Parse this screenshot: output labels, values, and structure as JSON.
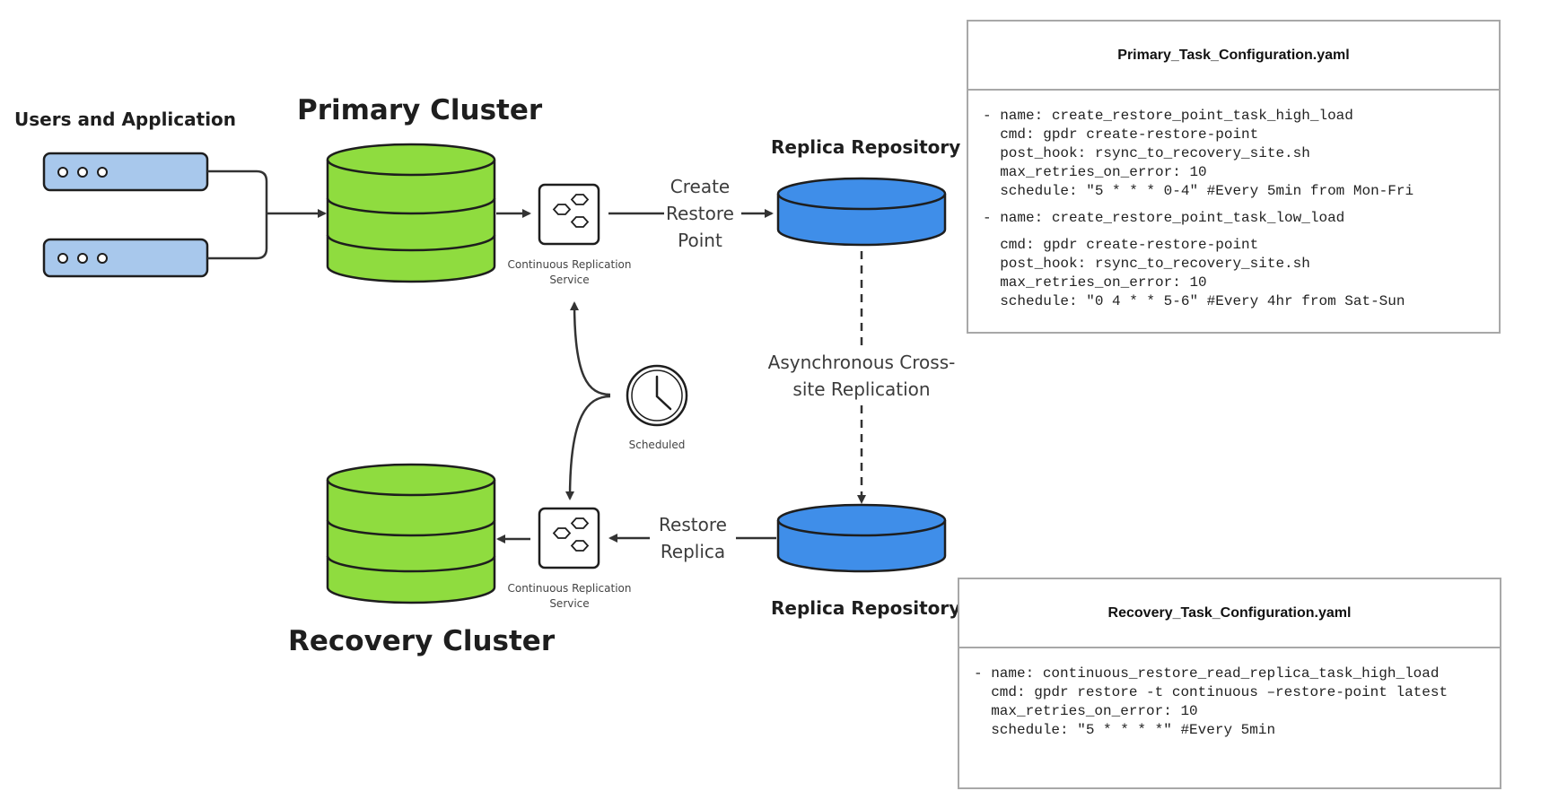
{
  "labels": {
    "users": "Users and Application",
    "primary_cluster": "Primary Cluster",
    "recovery_cluster": "Recovery Cluster",
    "replica_repo_top": "Replica Repository",
    "replica_repo_bottom": "Replica Repository",
    "service_top": "Continuous Replication Service",
    "service_bottom": "Continuous Replication Service",
    "scheduled": "Scheduled",
    "edge_create": "Create Restore Point",
    "edge_async": "Asynchronous Cross-site Replication",
    "edge_restore": "Restore Replica"
  },
  "colors": {
    "cluster_green": "#8fdc3f",
    "repo_blue": "#3f8ee9",
    "server_blue": "#a8c8ec",
    "stroke": "#1e1e1e"
  },
  "icons": {
    "server": "server-rack-icon",
    "service": "hexagon-cluster-icon",
    "clock": "clock-icon"
  },
  "primary_config": {
    "title": "Primary_Task_Configuration.yaml",
    "tasks": [
      {
        "lines": [
          "- name: create_restore_point_task_high_load",
          "  cmd: gpdr create-restore-point",
          "  post_hook: rsync_to_recovery_site.sh",
          "  max_retries_on_error: 10",
          "  schedule: \"5 * * * 0-4\" #Every 5min from Mon-Fri"
        ]
      },
      {
        "lines": [
          "- name: create_restore_point_task_low_load",
          "",
          "  cmd: gpdr create-restore-point",
          "  post_hook: rsync_to_recovery_site.sh",
          "  max_retries_on_error: 10",
          "  schedule: \"0 4 * * 5-6\" #Every 4hr from Sat-Sun"
        ]
      }
    ]
  },
  "recovery_config": {
    "title": "Recovery_Task_Configuration.yaml",
    "tasks": [
      {
        "lines": [
          "- name: continuous_restore_read_replica_task_high_load",
          "  cmd: gpdr restore -t continuous –restore-point latest",
          "  max_retries_on_error: 10",
          "  schedule: \"5 * * * *\" #Every 5min"
        ]
      }
    ]
  }
}
